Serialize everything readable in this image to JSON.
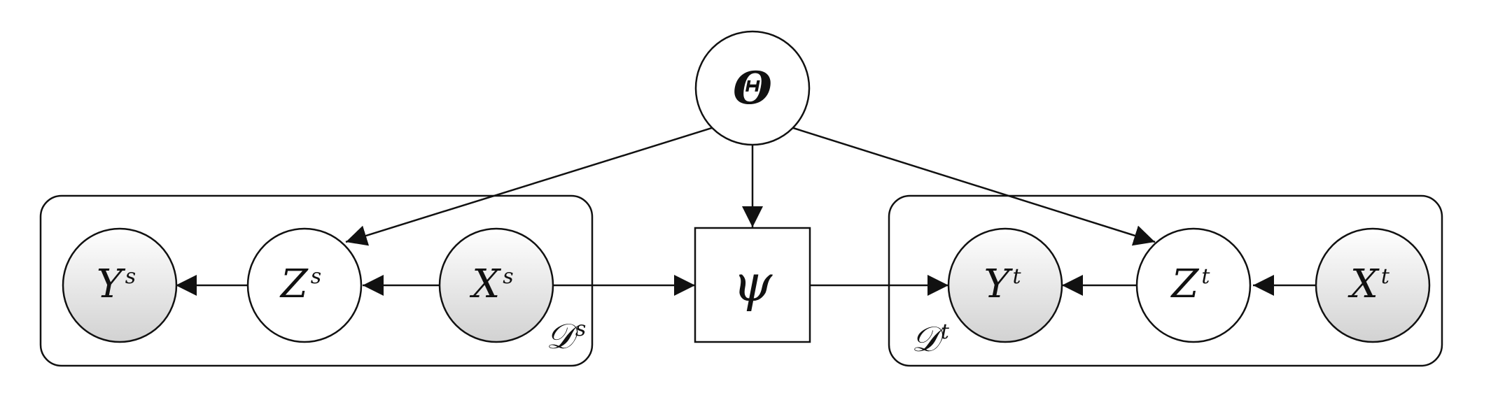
{
  "nodes": {
    "theta": {
      "label": "Θ"
    },
    "psi": {
      "label": "ψ"
    },
    "y_s": {
      "base": "Y",
      "sup": "s"
    },
    "z_s": {
      "base": "Z",
      "sup": "s"
    },
    "x_s": {
      "base": "X",
      "sup": "s"
    },
    "y_t": {
      "base": "Y",
      "sup": "t"
    },
    "z_t": {
      "base": "Z",
      "sup": "t"
    },
    "x_t": {
      "base": "X",
      "sup": "t"
    }
  },
  "plates": {
    "source": {
      "base": "𝒟",
      "sup": "s"
    },
    "target": {
      "base": "𝒟",
      "sup": "t"
    }
  },
  "colors": {
    "stroke": "#111111",
    "observed_fill_top": "#ffffff",
    "observed_fill_bottom": "#d4d4d4",
    "latent_fill": "#ffffff"
  }
}
